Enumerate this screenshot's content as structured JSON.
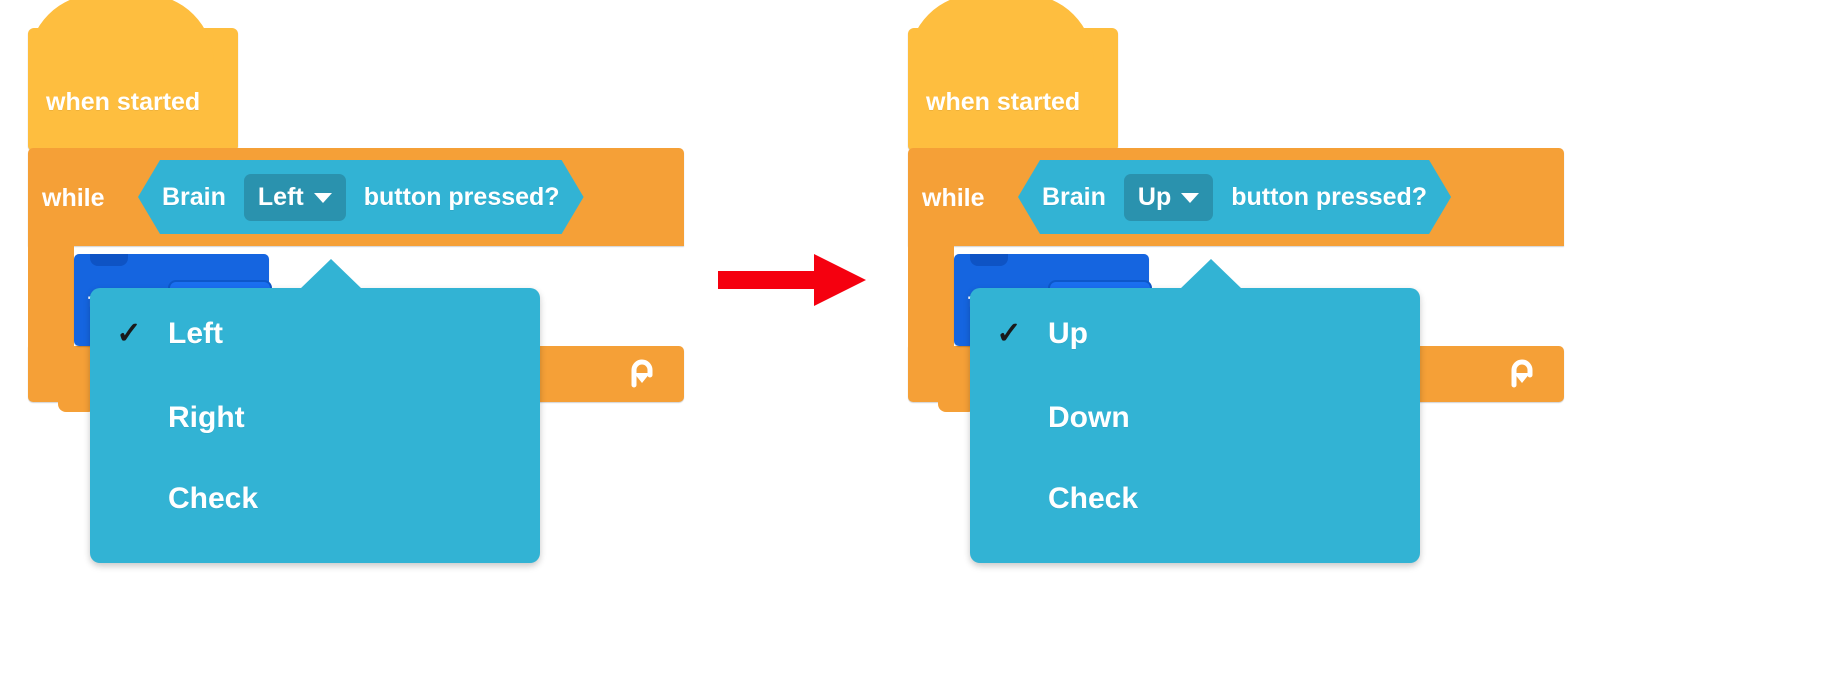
{
  "meta": {
    "scene": "vexcode-block-dropdown-before-after",
    "background_color": "#ffffff"
  },
  "colors": {
    "hat_block": "#febe3f",
    "loop_block": "#f5a037",
    "reporter": "#32b3d4",
    "dropdown_chip": "#2a92ae",
    "motion_block": "#1565e0",
    "menu_panel": "#32b3d4",
    "arrow_red": "#f5000f",
    "text_white": "#ffffff",
    "checkmark": "#1a1a1a"
  },
  "diagrams": [
    {
      "id": "before",
      "hat": {
        "label": "when started"
      },
      "loop": {
        "keyword": "while",
        "arrow_icon": "loop-arrow-icon"
      },
      "condition": {
        "prefix": "Brain",
        "selected": "Left",
        "suffix": "button pressed?",
        "caret_icon": "chevron-down-icon"
      },
      "nested_block": {
        "label": "turn left",
        "visible_text": "tu"
      },
      "menu": {
        "caret_icon": "menu-caret-icon",
        "items": [
          {
            "label": "Left",
            "checked": true,
            "check_glyph": "✓"
          },
          {
            "label": "Right",
            "checked": false,
            "check_glyph": ""
          },
          {
            "label": "Check",
            "checked": false,
            "check_glyph": ""
          }
        ]
      }
    },
    {
      "id": "after",
      "hat": {
        "label": "when started"
      },
      "loop": {
        "keyword": "while",
        "arrow_icon": "loop-arrow-icon"
      },
      "condition": {
        "prefix": "Brain",
        "selected": "Up",
        "suffix": "button pressed?",
        "caret_icon": "chevron-down-icon"
      },
      "nested_block": {
        "label": "turn left",
        "visible_text": "tu"
      },
      "menu": {
        "caret_icon": "menu-caret-icon",
        "items": [
          {
            "label": "Up",
            "checked": true,
            "check_glyph": "✓"
          },
          {
            "label": "Down",
            "checked": false,
            "check_glyph": ""
          },
          {
            "label": "Check",
            "checked": false,
            "check_glyph": ""
          }
        ]
      }
    }
  ],
  "transition": {
    "icon": "right-arrow-icon",
    "color": "#f5000f"
  }
}
